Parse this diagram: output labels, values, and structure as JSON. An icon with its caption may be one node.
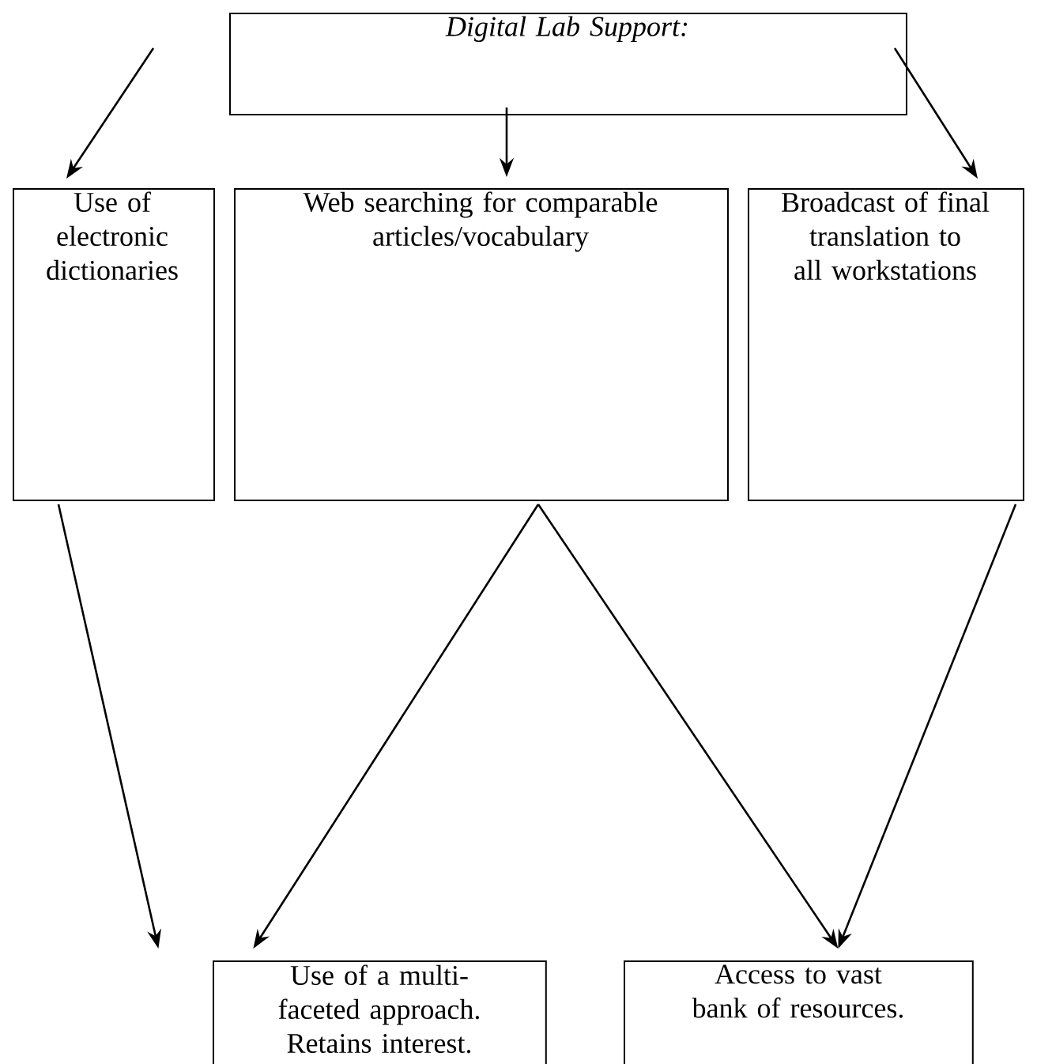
{
  "diagram": {
    "nodes": [
      {
        "text": [
          "Digital Lab Support:"
        ]
      },
      {
        "text": [
          "Use of electronic dictionaries"
        ]
      },
      {
        "text": [
          "Web searching for comparable articles/vocabulary"
        ]
      },
      {
        "text": [
          "Broadcast of final translation to all workstations"
        ]
      },
      {
        "text": [
          "Use of a multi-faceted approach. Retains interest."
        ]
      },
      {
        "text": [
          "Access to vast bank of resources."
        ]
      }
    ],
    "edges": [
      {
        "from": 0,
        "to": 1,
        "arrow": "to"
      },
      {
        "from": 0,
        "to": 2,
        "arrow": "to"
      },
      {
        "from": 0,
        "to": 3,
        "arrow": "to"
      },
      {
        "from": 1,
        "to": 4,
        "arrow": "to"
      },
      {
        "from": 2,
        "to": 4,
        "arrow": "to"
      },
      {
        "from": 2,
        "to": 5,
        "arrow": "to"
      },
      {
        "from": 3,
        "to": 5,
        "arrow": "to"
      }
    ]
  }
}
